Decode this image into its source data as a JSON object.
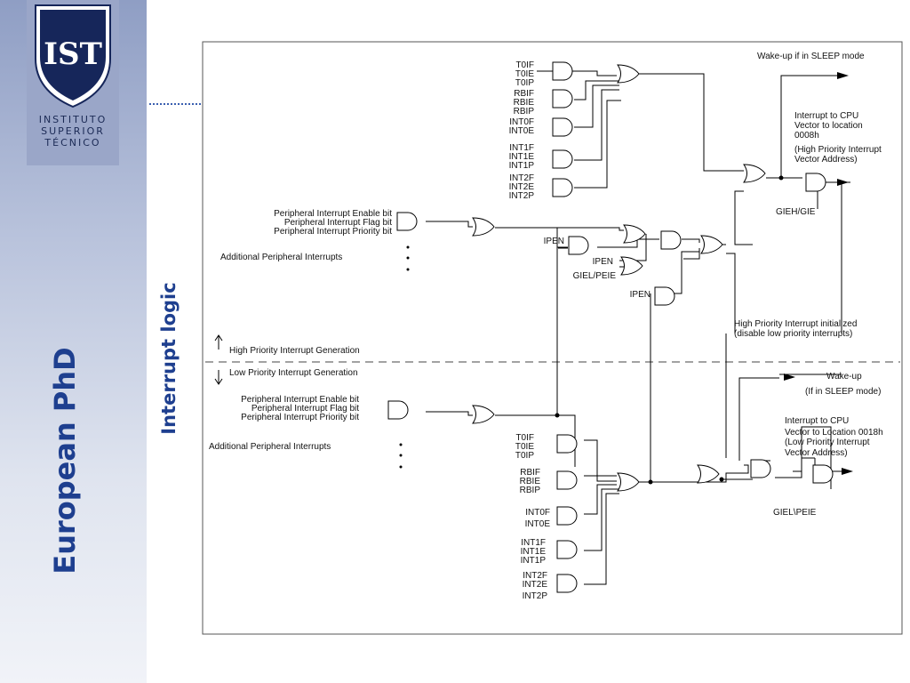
{
  "sidebar": {
    "logo": {
      "monogram": "IST",
      "lines": [
        "INSTITUTO",
        "SUPERIOR",
        "TÉCNICO"
      ]
    },
    "title": "European PhD"
  },
  "section_title": "Interrupt logic",
  "colors": {
    "title_blue": "#1e3f8f",
    "sidebar_top": "#8f9ec4",
    "logo_navy": "#16265a"
  },
  "diagram": {
    "high": {
      "timer_inputs": [
        "T0IF",
        "T0IE",
        "T0IP"
      ],
      "rb_inputs": [
        "RBIF",
        "RBIE",
        "RBIP"
      ],
      "int0_inputs": [
        "INT0F",
        "INT0E"
      ],
      "int1_inputs": [
        "INT1F",
        "INT1E",
        "INT1P"
      ],
      "int2_inputs": [
        "INT2F",
        "INT2E",
        "INT2P"
      ],
      "periph_inputs": [
        "Peripheral Interrupt Enable bit",
        "Peripheral Interrupt Flag bit",
        "Peripheral Interrupt Priority bit"
      ],
      "additional": "Additional Peripheral Interrupts",
      "wake_up": "Wake-up if in SLEEP mode",
      "cpu_note": [
        "Interrupt to CPU",
        "Vector to location",
        "0008h",
        "(High Priority Interrupt",
        "Vector Address)"
      ],
      "gie": "GIEH/GIE",
      "ipen": "IPEN",
      "giel_peie": "GIEL/PEIE",
      "init_note": [
        "High Priority Interrupt initialized",
        "(disable low priority interrupts)"
      ],
      "generation": "High Priority Interrupt Generation"
    },
    "low": {
      "generation": "Low Priority Interrupt Generation",
      "periph_inputs": [
        "Peripheral Interrupt Enable bit",
        "Peripheral Interrupt Flag bit",
        "Peripheral Interrupt Priority bit"
      ],
      "additional": "Additional Peripheral Interrupts",
      "timer_inputs": [
        "T0IF",
        "T0IE",
        "T0IP"
      ],
      "rb_inputs": [
        "RBIF",
        "RBIE",
        "RBIP"
      ],
      "int0_inputs": [
        "INT0F",
        "INT0E"
      ],
      "int1_inputs": [
        "INT1F",
        "INT1E",
        "INT1P"
      ],
      "int2_inputs": [
        "INT2F",
        "INT2E",
        "INT2P"
      ],
      "wake_up": "Wake-up",
      "wake_up_note": "(If in SLEEP mode)",
      "cpu_note": [
        "Interrupt to CPU",
        "Vector to Location 0018h",
        "(Low Priority Interrupt",
        "Vector Address)"
      ],
      "giel": "GIEL\\PEIE"
    }
  }
}
